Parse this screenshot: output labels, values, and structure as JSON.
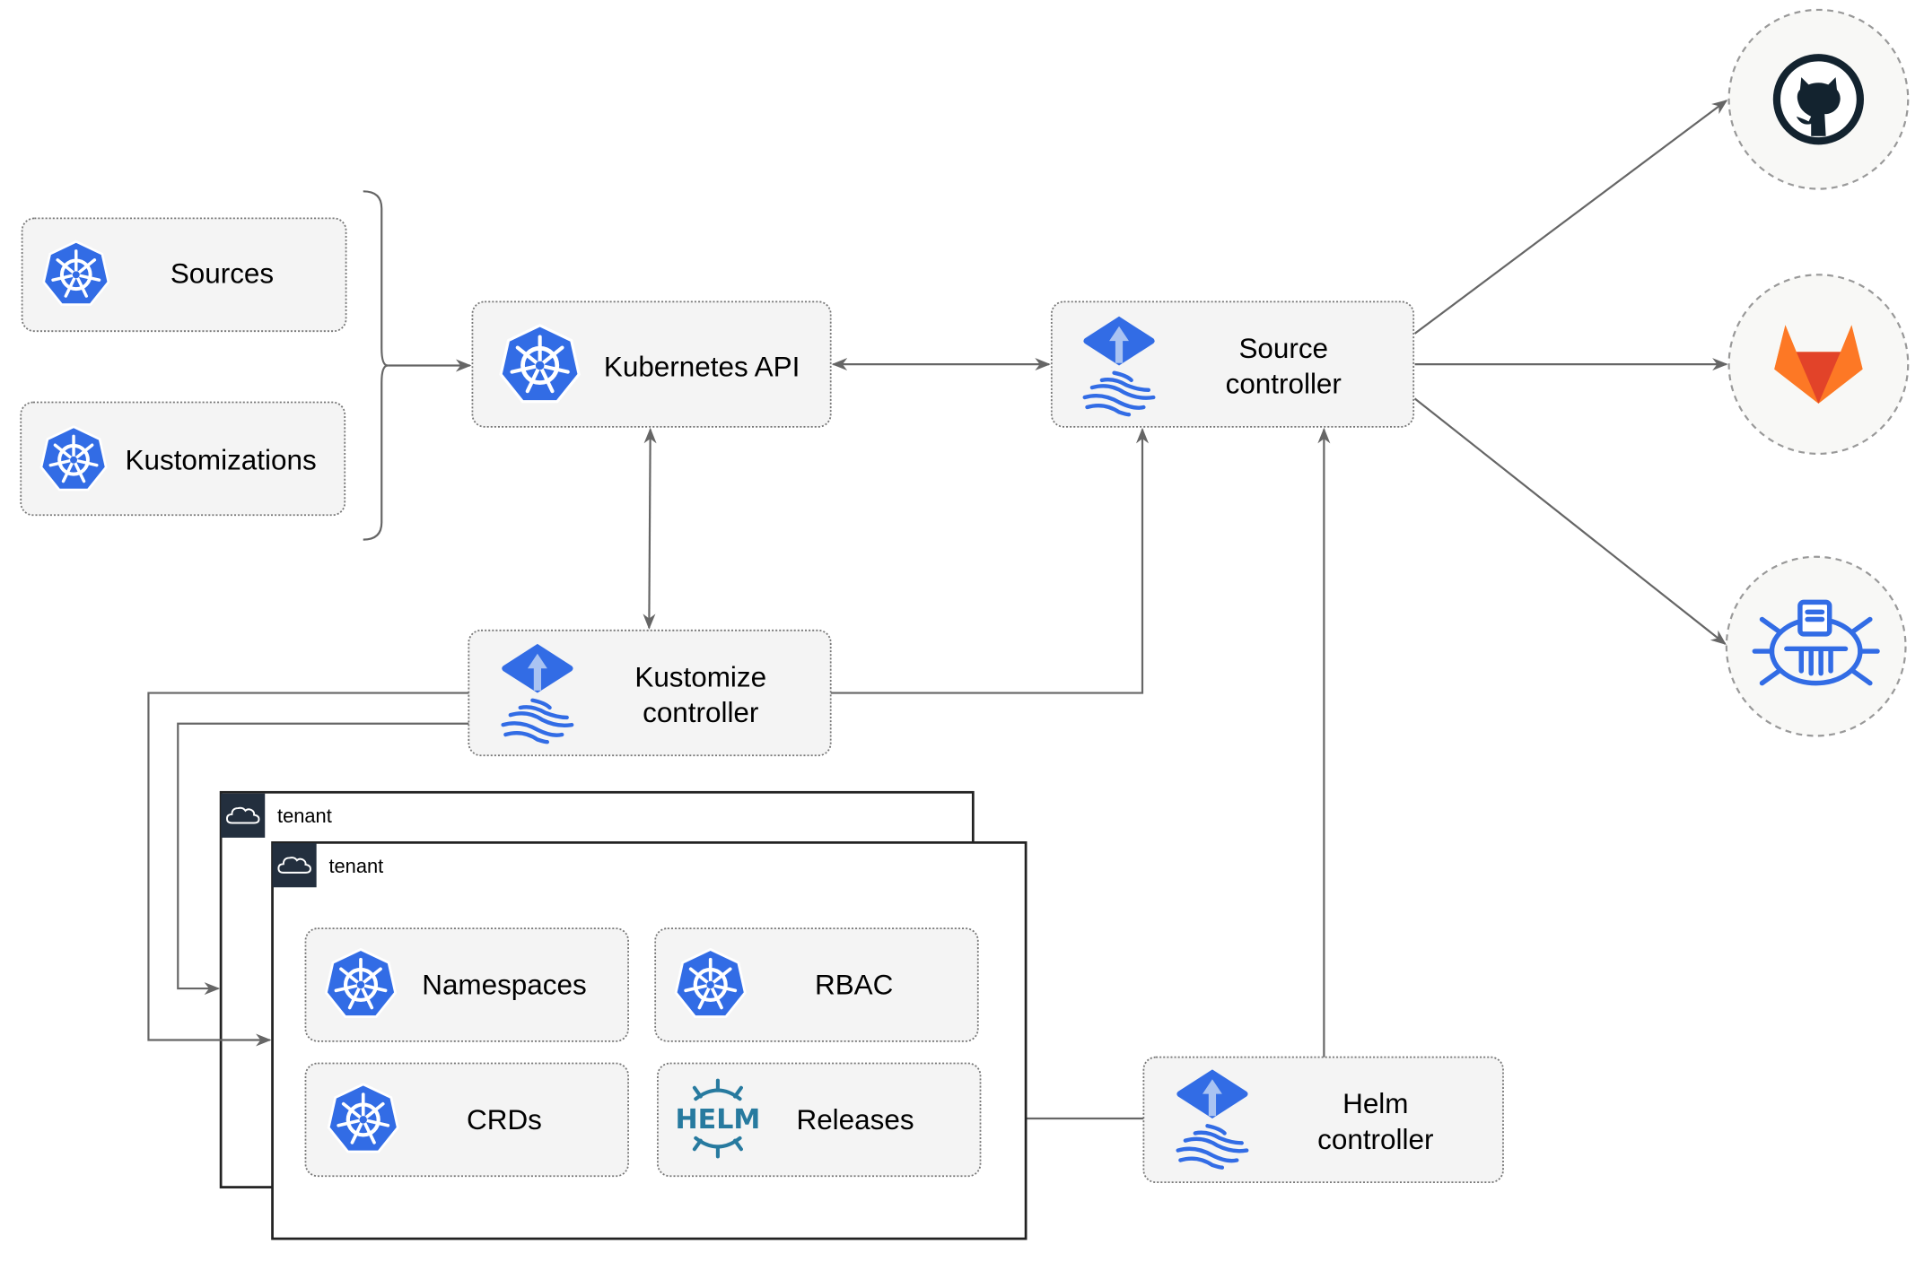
{
  "nodes": {
    "sources": {
      "label": "Sources",
      "icon": "kubernetes-icon"
    },
    "kustomizations": {
      "label": "Kustomizations",
      "icon": "kubernetes-icon"
    },
    "kubernetes_api": {
      "label": "Kubernetes API",
      "icon": "kubernetes-icon"
    },
    "source_controller": {
      "line1": "Source",
      "line2": "controller",
      "icon": "flux-icon"
    },
    "kustomize_controller": {
      "line1": "Kustomize",
      "line2": "controller",
      "icon": "flux-icon"
    },
    "helm_controller": {
      "line1": "Helm",
      "line2": "controller",
      "icon": "flux-icon"
    },
    "namespaces": {
      "label": "Namespaces",
      "icon": "kubernetes-icon"
    },
    "rbac": {
      "label": "RBAC",
      "icon": "kubernetes-icon"
    },
    "crds": {
      "label": "CRDs",
      "icon": "kubernetes-icon"
    },
    "releases": {
      "label": "Releases",
      "icon": "helm-icon",
      "icon_text": "HELM"
    }
  },
  "tenants": [
    {
      "label": "tenant",
      "icon": "cloud-icon"
    },
    {
      "label": "tenant",
      "icon": "cloud-icon"
    }
  ],
  "external": [
    {
      "icon": "github-icon"
    },
    {
      "icon": "gitlab-icon"
    },
    {
      "icon": "bucket-icon"
    }
  ],
  "colors": {
    "kubernetes_blue": "#326ce5",
    "edge": "#666666",
    "box_fill": "#f4f4f4",
    "gitlab_orange": "#e24329",
    "github_dark": "#13232f"
  }
}
